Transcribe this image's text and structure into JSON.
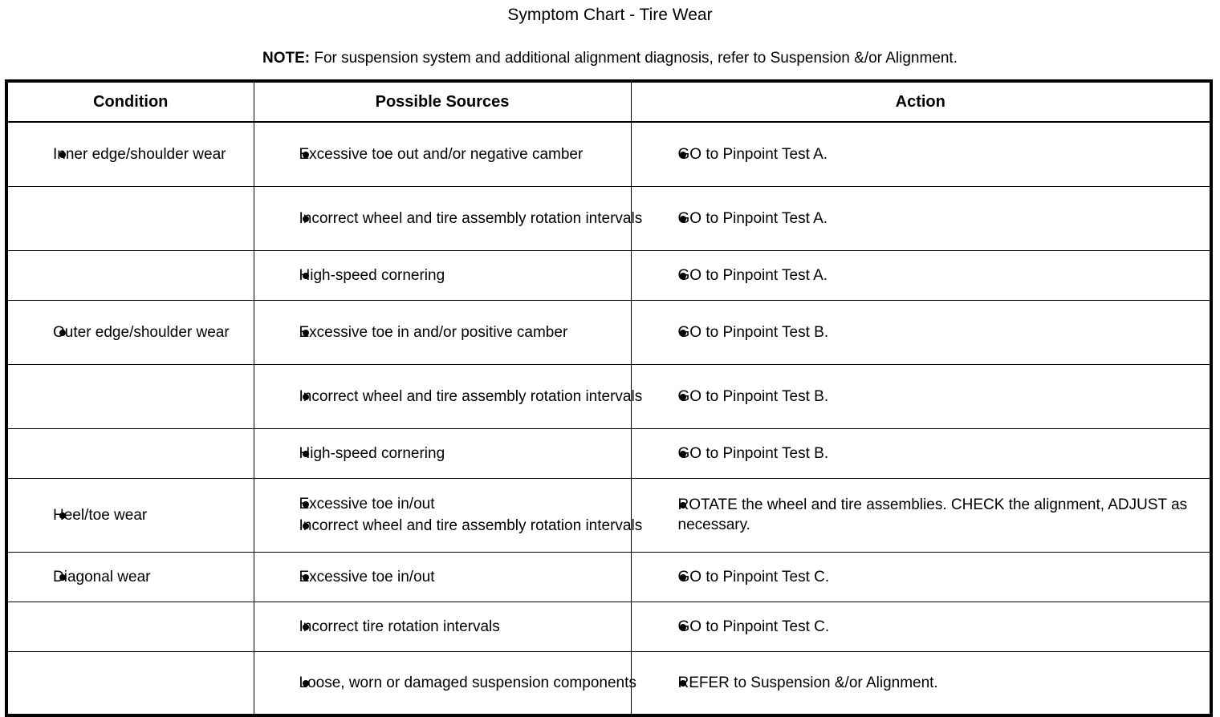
{
  "document": {
    "title": "Symptom Chart - Tire Wear",
    "note_label": "NOTE:",
    "note_text": " For suspension system and additional alignment diagnosis, refer to Suspension &/or Alignment."
  },
  "colors": {
    "text": "#000000",
    "background": "#ffffff",
    "border": "#000000"
  },
  "table": {
    "headers": {
      "condition": "Condition",
      "possible_sources": "Possible Sources",
      "action": "Action"
    },
    "rows": [
      {
        "condition": [
          "Inner edge/shoulder wear"
        ],
        "sources": [
          "Excessive toe out and/or negative camber"
        ],
        "action": [
          "GO to Pinpoint Test A."
        ]
      },
      {
        "condition": [],
        "sources": [
          "Incorrect wheel and tire assembly rotation intervals"
        ],
        "action": [
          "GO to Pinpoint Test A."
        ]
      },
      {
        "condition": [],
        "sources": [
          "High-speed cornering"
        ],
        "action": [
          "GO to Pinpoint Test A."
        ]
      },
      {
        "condition": [
          "Outer edge/shoulder wear"
        ],
        "sources": [
          "Excessive toe in and/or positive camber"
        ],
        "action": [
          "GO to Pinpoint Test B."
        ]
      },
      {
        "condition": [],
        "sources": [
          "Incorrect wheel and tire assembly rotation intervals"
        ],
        "action": [
          "GO to Pinpoint Test B."
        ]
      },
      {
        "condition": [],
        "sources": [
          "High-speed cornering"
        ],
        "action": [
          "GO to Pinpoint Test B."
        ]
      },
      {
        "condition": [
          "Heel/toe wear"
        ],
        "sources": [
          "Excessive toe in/out",
          "Incorrect wheel and tire assembly rotation intervals"
        ],
        "action": [
          "ROTATE the wheel and tire assemblies. CHECK the alignment, ADJUST as necessary."
        ]
      },
      {
        "condition": [
          "Diagonal wear"
        ],
        "sources": [
          "Excessive toe in/out"
        ],
        "action": [
          "GO to Pinpoint Test C."
        ]
      },
      {
        "condition": [],
        "sources": [
          "Incorrect tire rotation intervals"
        ],
        "action": [
          "GO to Pinpoint Test C."
        ]
      },
      {
        "condition": [],
        "sources": [
          "Loose, worn or damaged suspension components"
        ],
        "action": [
          "REFER to Suspension &/or Alignment."
        ]
      }
    ]
  }
}
